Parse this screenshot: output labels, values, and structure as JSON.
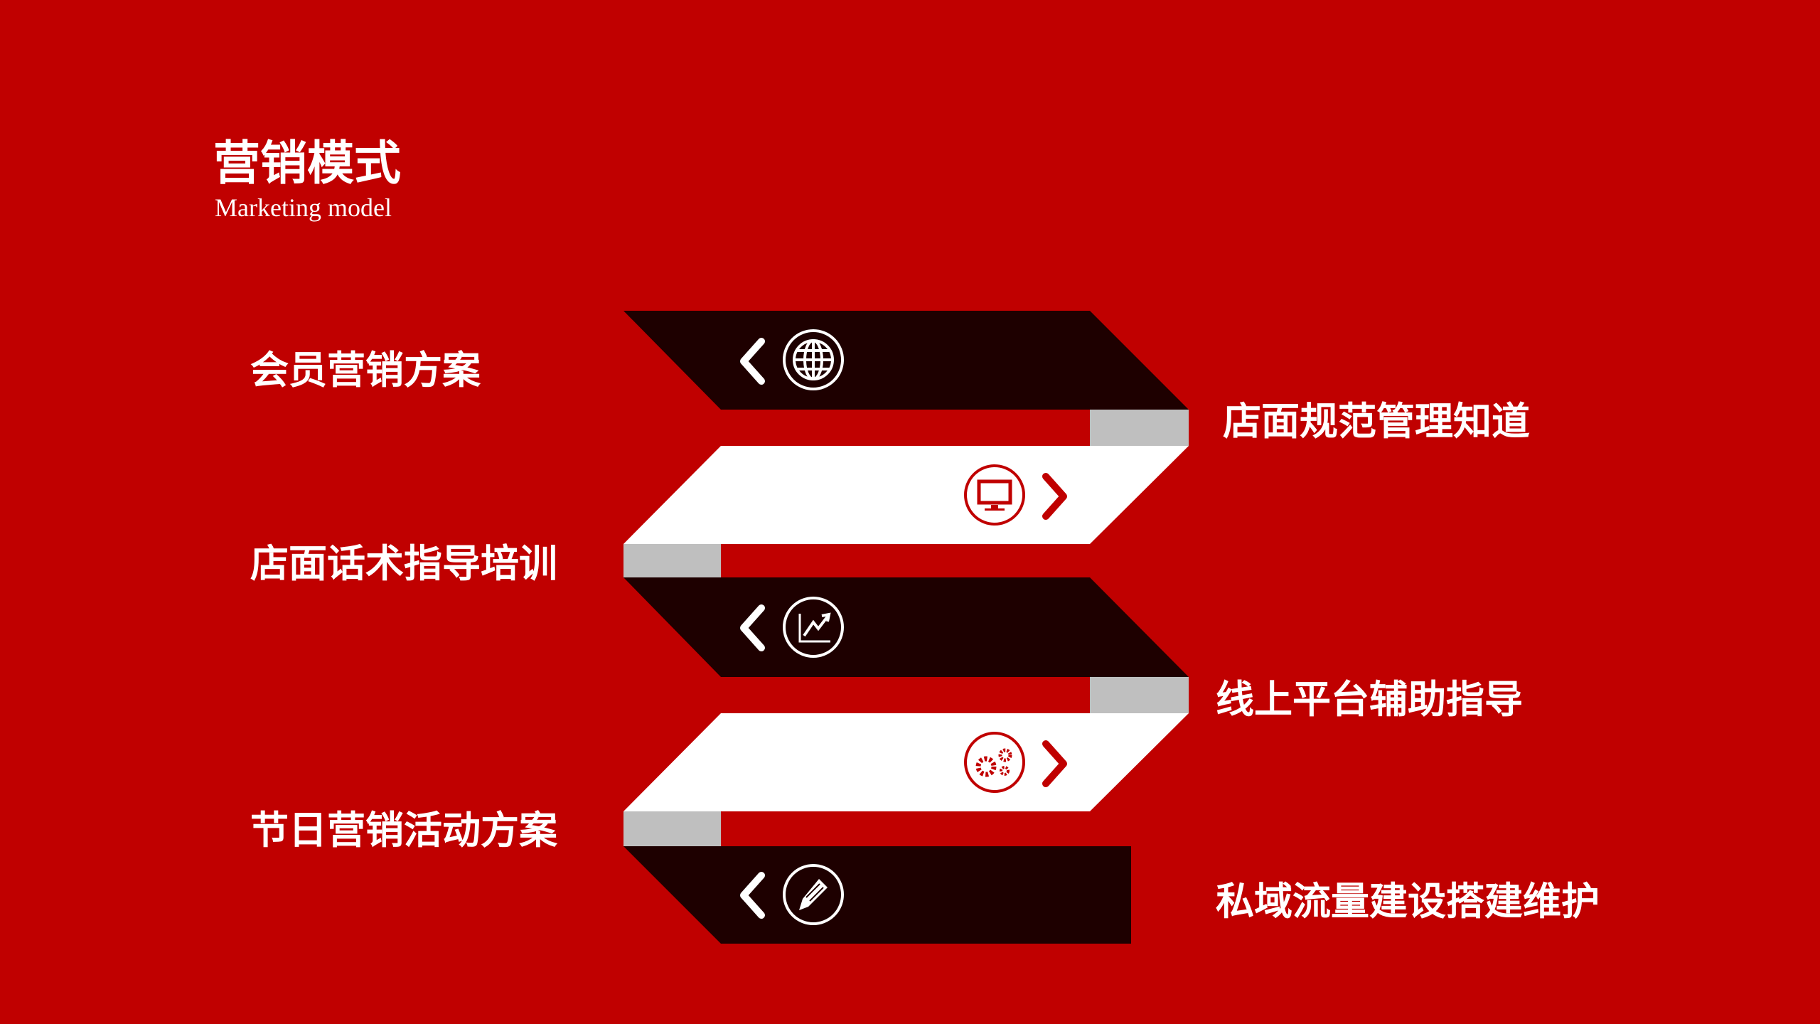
{
  "header": {
    "title": "营销模式",
    "subtitle": "Marketing model"
  },
  "items": [
    {
      "label": "会员营销方案",
      "icon": "globe-icon"
    },
    {
      "label": "店面规范管理知道",
      "icon": "monitor-icon"
    },
    {
      "label": "店面话术指导培训",
      "icon": "chart-up-icon"
    },
    {
      "label": "线上平台辅助指导",
      "icon": "gears-icon"
    },
    {
      "label": "节日营销活动方案",
      "icon": "pencil-icon"
    },
    {
      "label": "私域流量建设搭建维护"
    }
  ],
  "colors": {
    "background": "#c00000",
    "dark": "#1e0000",
    "light": "#ffffff",
    "fold": "#bfbfbf"
  }
}
